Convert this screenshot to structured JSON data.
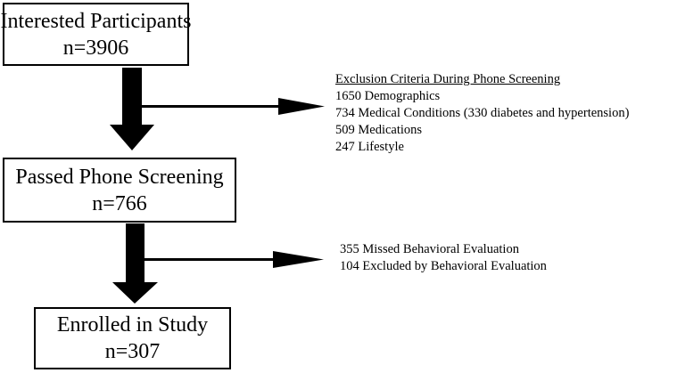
{
  "boxes": {
    "interested": {
      "title": "Interested Participants",
      "count": "n=3906"
    },
    "passed": {
      "title": "Passed Phone Screening",
      "count": "n=766"
    },
    "enrolled": {
      "title": "Enrolled in Study",
      "count": "n=307"
    }
  },
  "phone_exclusions": {
    "heading": "Exclusion Criteria During Phone Screening",
    "items": [
      "1650 Demographics",
      "734 Medical Conditions (330 diabetes and hypertension)",
      "509 Medications",
      "247 Lifestyle"
    ]
  },
  "behavioral_exclusions": {
    "items": [
      "355 Missed Behavioral Evaluation",
      "104 Excluded by Behavioral Evaluation"
    ]
  },
  "colors": {
    "stroke": "#000000",
    "background": "#ffffff"
  }
}
